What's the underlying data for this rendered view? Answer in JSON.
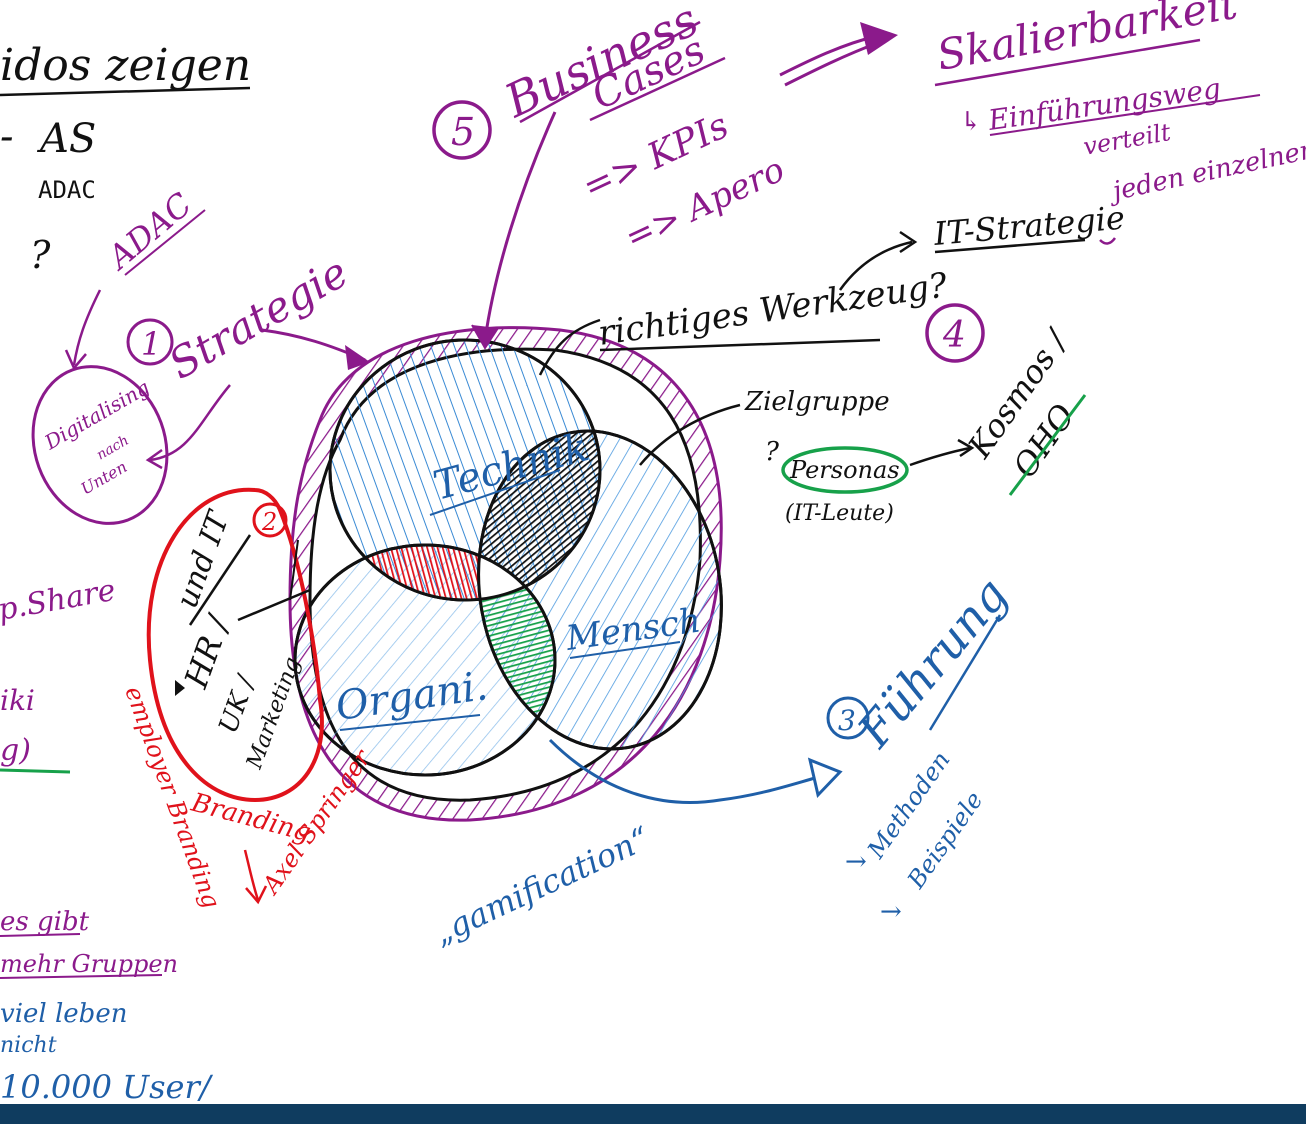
{
  "colors": {
    "purple": "#8b1a8b",
    "black": "#111111",
    "blue": "#1f5fa8",
    "red": "#e0121b",
    "green": "#17a14a",
    "footer": "#0f3c5f",
    "background": "#ffffff"
  },
  "left_notes": {
    "videos": "idos zeigen",
    "as": "AS",
    "adac": "ADAC",
    "question": "?",
    "share": "p.Share",
    "wiki": "iki",
    "paren": "g)",
    "es_gibt": "es gibt",
    "mehr_gruppen": "mehr Gruppen",
    "viel_leben": "viel leben",
    "nicht": "nicht",
    "users": "10.000 User/"
  },
  "strategy": {
    "number": "1",
    "label": "Strategie",
    "adac": "ADAC",
    "bubble": [
      "Digitalising",
      "nach",
      "Unten"
    ]
  },
  "employer": {
    "number": "2",
    "lines": [
      "und IT",
      "HR /",
      "UK /",
      "Marketing"
    ],
    "arc_label": "employer Branding",
    "branding": "Branding",
    "axel": "Axel Springer"
  },
  "business": {
    "number": "5",
    "title": "Business",
    "cases": "Cases",
    "kpis": "=> KPIs",
    "apero": "=> Apero"
  },
  "scalability": {
    "title": "Skalierbarkeit",
    "item1": "Einführungsweg",
    "item2": "verteilt",
    "item3": "jeden einzelnen"
  },
  "top_right": {
    "it_strategie": "IT-Strategie",
    "richtiges": "richtiges Werkzeug?",
    "number4": "4",
    "zielgruppe": "Zielgruppe",
    "personas": "Personas",
    "it_leute": "(IT-Leute)",
    "kosmos": "Kosmos /",
    "oho": "OHO"
  },
  "venn": {
    "technik": "Technik",
    "mensch": "Mensch",
    "organi": "Organi."
  },
  "leadership": {
    "number": "3",
    "title": "Führung",
    "methoden": "Methoden",
    "beispiele": "Beispiele"
  },
  "gamification": "„gamification“"
}
